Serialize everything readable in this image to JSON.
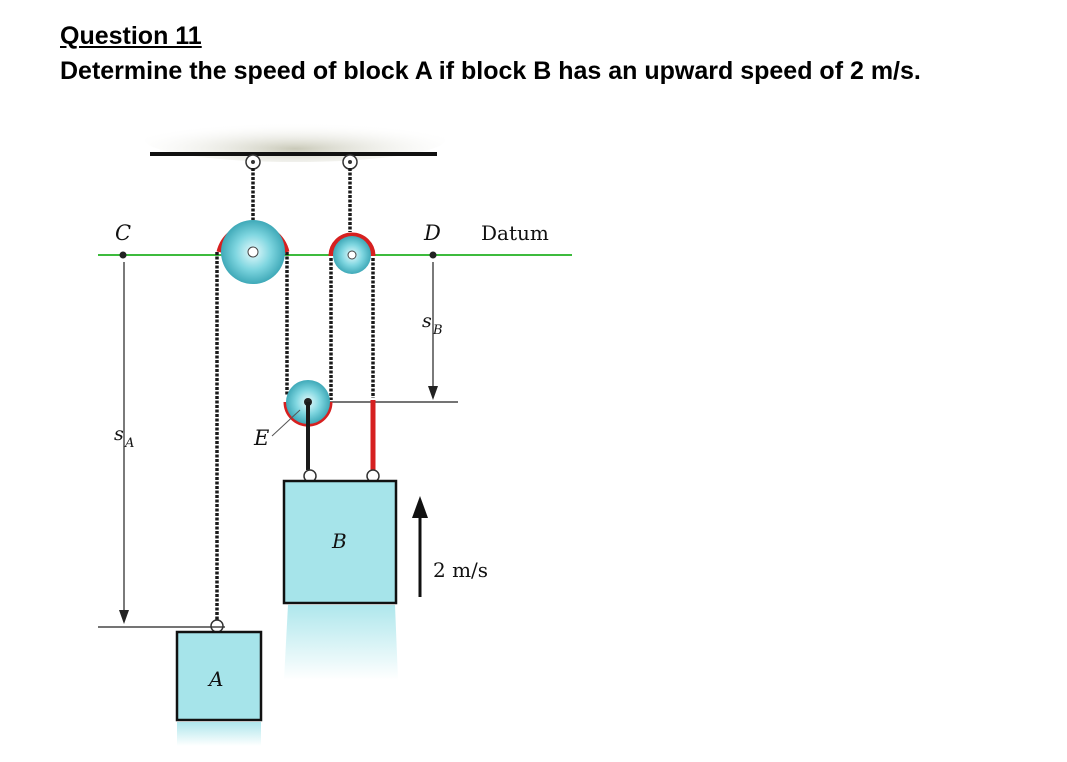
{
  "question": {
    "title": "Question 11",
    "text": "Determine the speed of block A if block B has an upward speed of 2 m/s."
  },
  "diagram": {
    "labels": {
      "C": "C",
      "D": "D",
      "datum": "Datum",
      "E": "E",
      "sA_main": "s",
      "sA_sub": "A",
      "sB_main": "s",
      "sB_sub": "B",
      "block_a": "A",
      "block_b": "B",
      "velocity": "2 m/s"
    },
    "colors": {
      "block_fill": "#a6e4ea",
      "pulley_fill": "#7fd6e0",
      "cord_wrap": "#d62020",
      "datum_line": "#3dbb3d",
      "ceiling": "#111111"
    }
  }
}
